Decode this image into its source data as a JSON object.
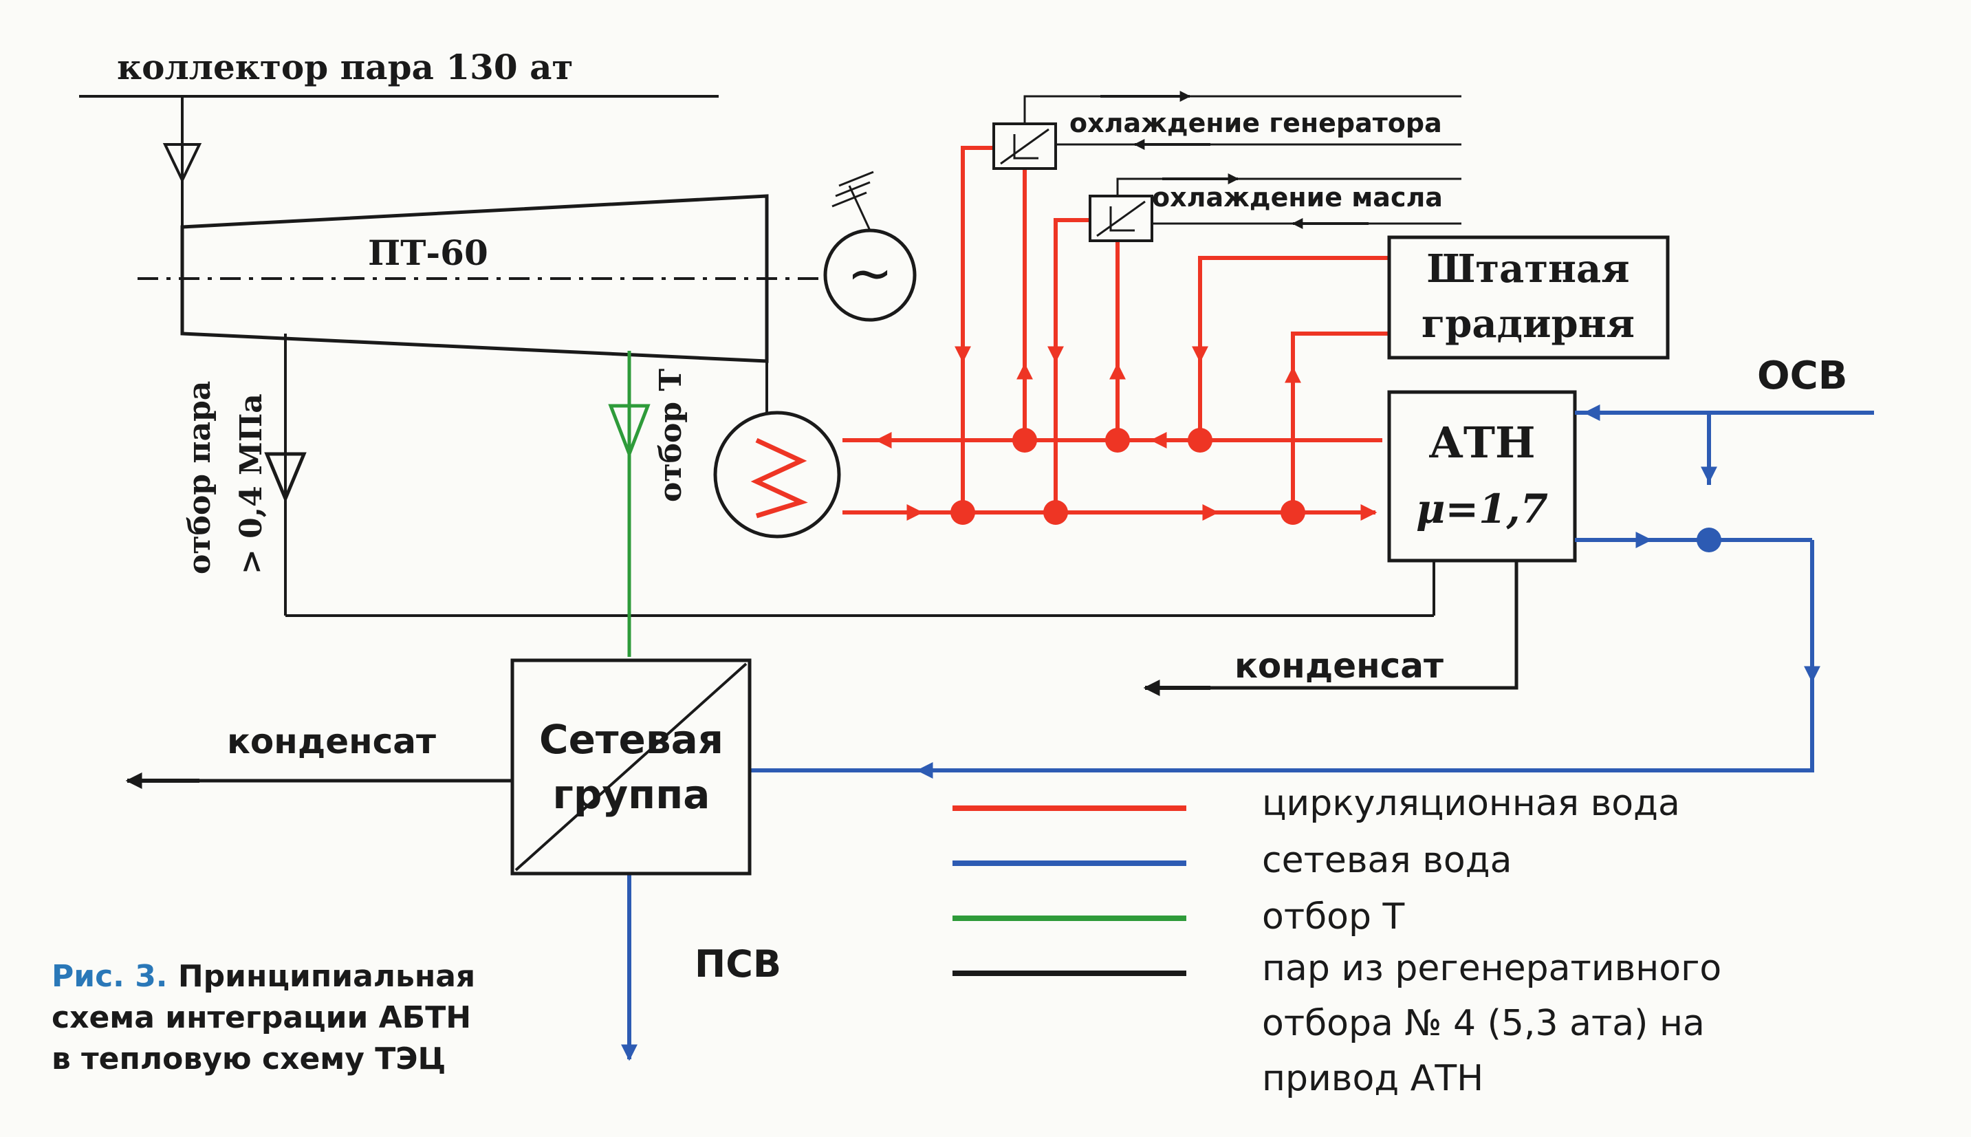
{
  "colors": {
    "circulation": "#ee3524",
    "network": "#2d5bb3",
    "extraction": "#2e9b3a",
    "steam": "#1a1a1a",
    "caption_accent": "#2a78b8"
  },
  "labels": {
    "steam_header": "коллектор пара 130 ат",
    "turbine": "ПТ-60",
    "generator_symbol": "~",
    "extraction_steam_line1": "отбор пара",
    "extraction_steam_line2": "> 0,4 МПа",
    "extraction_t": "отбор Т",
    "gen_cooling": "охлаждение генератора",
    "oil_cooling": "охлаждение масла",
    "cooling_tower_line1": "Штатная",
    "cooling_tower_line2": "градирня",
    "ath_line1": "АТН",
    "ath_line2": "μ=1,7",
    "osv": "ОСВ",
    "condensate_right": "конденсат",
    "condensate_left": "конденсат",
    "network_group_line1": "Сетевая",
    "network_group_line2": "группа",
    "psv": "ПСВ"
  },
  "legend": [
    {
      "label": "циркуляционная вода",
      "color_key": "circulation"
    },
    {
      "label": "сетевая вода",
      "color_key": "network"
    },
    {
      "label": "отбор Т",
      "color_key": "extraction"
    },
    {
      "label_lines": [
        "пар из регенеративного",
        "отбора № 4 (5,3 ата) на",
        "привод АТН"
      ],
      "color_key": "steam"
    }
  ],
  "caption": {
    "fig": "Рис. 3.",
    "line1": "Принципиальная",
    "line2": "схема интеграции АБТН",
    "line3": "в  тепловую схему ТЭЦ"
  }
}
